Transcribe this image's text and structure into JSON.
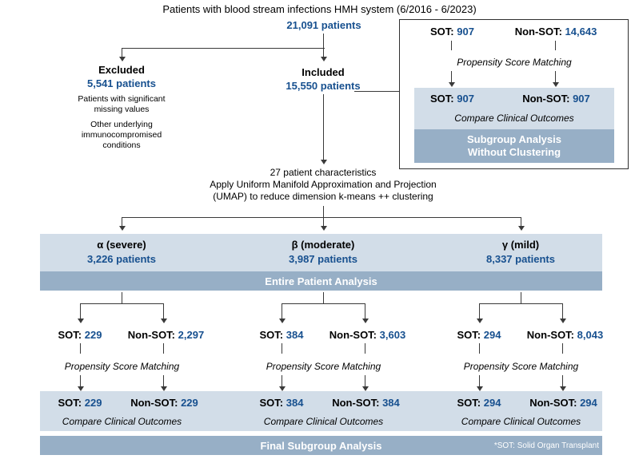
{
  "figure": {
    "title": "Patients with blood stream infections HMH system (6/2016 - 6/2023)",
    "total": "21,091 patients",
    "footnote": "*SOT: Solid Organ Transplant"
  },
  "excluded": {
    "heading": "Excluded",
    "count": "5,541 patients",
    "reason1": "Patients with significant",
    "reason1b": "missing values",
    "reason2": "Other underlying",
    "reason2b": "immunocompromised",
    "reason2c": "conditions"
  },
  "included": {
    "heading": "Included",
    "count": "15,550 patients"
  },
  "method": {
    "line1": "27 patient characteristics",
    "line2": "Apply Uniform Manifold Approximation and Projection",
    "line3": "(UMAP) to reduce dimension k-means ++ clustering"
  },
  "no_cluster_box": {
    "pre": {
      "sot_label": "SOT:",
      "sot_value": "907",
      "nonsot_label": "Non-SOT:",
      "nonsot_value": "14,643"
    },
    "matching_label": "Propensity Score Matching",
    "post": {
      "sot_label": "SOT:",
      "sot_value": "907",
      "nonsot_label": "Non-SOT:",
      "nonsot_value": "907"
    },
    "compare_label": "Compare Clinical Outcomes",
    "banner_line1": "Subgroup Analysis",
    "banner_line2": "Without Clustering"
  },
  "clusters": [
    {
      "name": "α (severe)",
      "count": "3,226 patients"
    },
    {
      "name": "β (moderate)",
      "count": "3,987 patients"
    },
    {
      "name": "γ (mild)",
      "count": "8,337 patients"
    }
  ],
  "entire_analysis_label": "Entire Patient Analysis",
  "subgroups": [
    {
      "pre": {
        "sot_label": "SOT:",
        "sot_value": "229",
        "nonsot_label": "Non-SOT:",
        "nonsot_value": "2,297"
      },
      "matching_label": "Propensity Score Matching",
      "post": {
        "sot_label": "SOT:",
        "sot_value": "229",
        "nonsot_label": "Non-SOT:",
        "nonsot_value": "229"
      },
      "compare_label": "Compare Clinical Outcomes"
    },
    {
      "pre": {
        "sot_label": "SOT:",
        "sot_value": "384",
        "nonsot_label": "Non-SOT:",
        "nonsot_value": "3,603"
      },
      "matching_label": "Propensity Score Matching",
      "post": {
        "sot_label": "SOT:",
        "sot_value": "384",
        "nonsot_label": "Non-SOT:",
        "nonsot_value": "384"
      },
      "compare_label": "Compare Clinical Outcomes"
    },
    {
      "pre": {
        "sot_label": "SOT:",
        "sot_value": "294",
        "nonsot_label": "Non-SOT:",
        "nonsot_value": "8,043"
      },
      "matching_label": "Propensity Score Matching",
      "post": {
        "sot_label": "SOT:",
        "sot_value": "294",
        "nonsot_label": "Non-SOT:",
        "nonsot_value": "294"
      },
      "compare_label": "Compare Clinical Outcomes"
    }
  ],
  "final_analysis_label": "Final Subgroup Analysis",
  "colors": {
    "accent_blue": "#17508f",
    "band_light": "#d2dde8",
    "band_dark": "#97afc6",
    "line": "#3a3a3a"
  }
}
